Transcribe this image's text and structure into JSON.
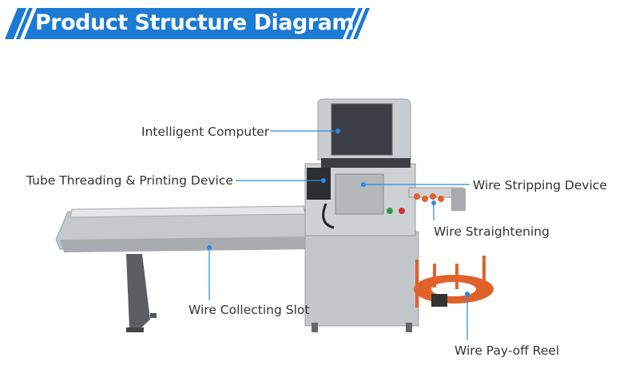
{
  "header": {
    "title": "Product Structure Diagram"
  },
  "colors": {
    "accent": "#1b7ad3",
    "machine": "#b9bcc0",
    "reel": "#e0622b",
    "leader": "#2a8ae6"
  },
  "labels": {
    "intelligent_computer": "Intelligent Computer",
    "tube_threading": "Tube Threading & Printing Device",
    "wire_stripping": "Wire Stripping Device",
    "wire_straightening": "Wire Straightening",
    "wire_collecting": "Wire Collecting Slot",
    "wire_payoff": "Wire Pay-off Reel"
  }
}
